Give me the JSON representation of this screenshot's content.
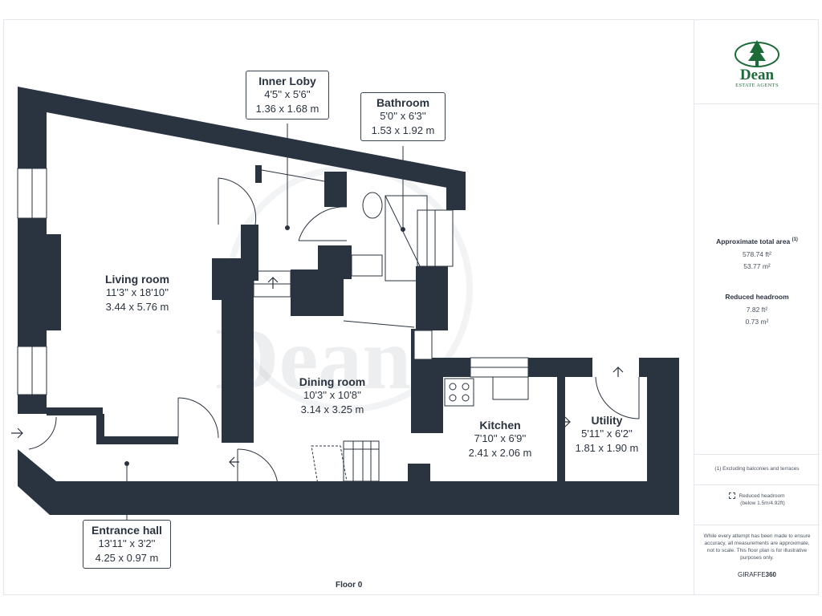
{
  "brand": {
    "name": "Dean",
    "subtitle": "ESTATE AGENTS",
    "colors": {
      "green": "#1e6b3a",
      "wall": "#2a3340"
    }
  },
  "rooms": [
    {
      "id": "inner-loby",
      "name": "Inner Loby",
      "imperial": "4'5'' x 5'6''",
      "metric": "1.36 x 1.68 m"
    },
    {
      "id": "bathroom",
      "name": "Bathroom",
      "imperial": "5'0'' x 6'3''",
      "metric": "1.53 x 1.92 m"
    },
    {
      "id": "living-room",
      "name": "Living room",
      "imperial": "11'3'' x 18'10''",
      "metric": "3.44 x 5.76 m"
    },
    {
      "id": "dining-room",
      "name": "Dining room",
      "imperial": "10'3'' x 10'8''",
      "metric": "3.14 x 3.25 m"
    },
    {
      "id": "kitchen",
      "name": "Kitchen",
      "imperial": "7'10'' x 6'9''",
      "metric": "2.41 x 2.06 m"
    },
    {
      "id": "utility",
      "name": "Utility",
      "imperial": "5'11'' x 6'2''",
      "metric": "1.81 x 1.90 m"
    },
    {
      "id": "entrance-hall",
      "name": "Entrance hall",
      "imperial": "13'11'' x 3'2''",
      "metric": "4.25 x 0.97 m"
    }
  ],
  "floor_label": "Floor 0",
  "sidebar": {
    "total_area_title": "Approximate total area",
    "total_area_note_mark": "(1)",
    "total_area_ft": "578.74 ft²",
    "total_area_m": "53.77 m²",
    "reduced_title": "Reduced headroom",
    "reduced_ft": "7.82 ft²",
    "reduced_m": "0.73 m²",
    "footnote": "(1) Excluding balconies and terraces",
    "legend_line1": "Reduced headroom",
    "legend_line2": "(below 1.5m/4.92ft)",
    "disclaimer": "While every attempt has been made to ensure accuracy, all measurements are approximate, not to scale. This floor plan is for illustrative purposes only.",
    "credit_a": "GIRAFFE",
    "credit_b": "360"
  }
}
